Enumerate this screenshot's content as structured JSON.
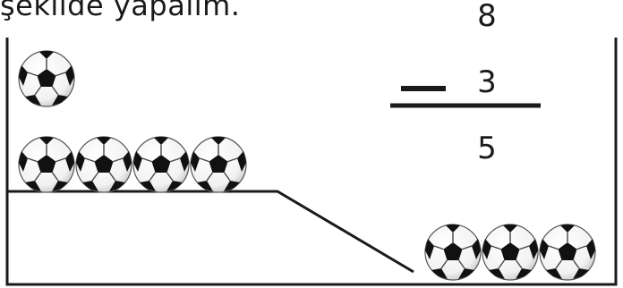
{
  "heading": "şekilde  yapalım.",
  "subtraction": {
    "minuend": "8",
    "operator": "—",
    "subtrahend": "3",
    "result": "5"
  },
  "balls": {
    "top_single": 1,
    "shelf_row": 4,
    "floor_row": 3
  },
  "colors": {
    "line": "#1a1a1a",
    "ball_white": "#ffffff",
    "ball_black": "#111111"
  },
  "icons": [
    "soccer-ball-icon"
  ]
}
